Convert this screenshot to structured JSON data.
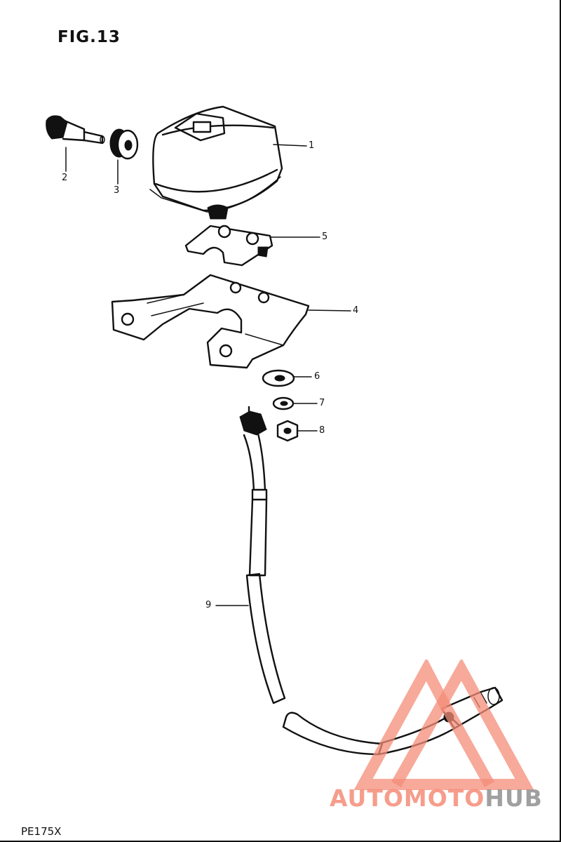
{
  "figure": {
    "title": "FIG.13",
    "model_code": "PE175X"
  },
  "callouts": [
    {
      "id": "1",
      "label": "1"
    },
    {
      "id": "2",
      "label": "2"
    },
    {
      "id": "3",
      "label": "3"
    },
    {
      "id": "4",
      "label": "4"
    },
    {
      "id": "5",
      "label": "5"
    },
    {
      "id": "6",
      "label": "6"
    },
    {
      "id": "7",
      "label": "7"
    },
    {
      "id": "8",
      "label": "8"
    },
    {
      "id": "9",
      "label": "9"
    }
  ],
  "watermark": {
    "part1": "AUTOMOTO",
    "part2": "HUB",
    "color_primary": "#f48c78",
    "color_secondary": "#969696"
  }
}
